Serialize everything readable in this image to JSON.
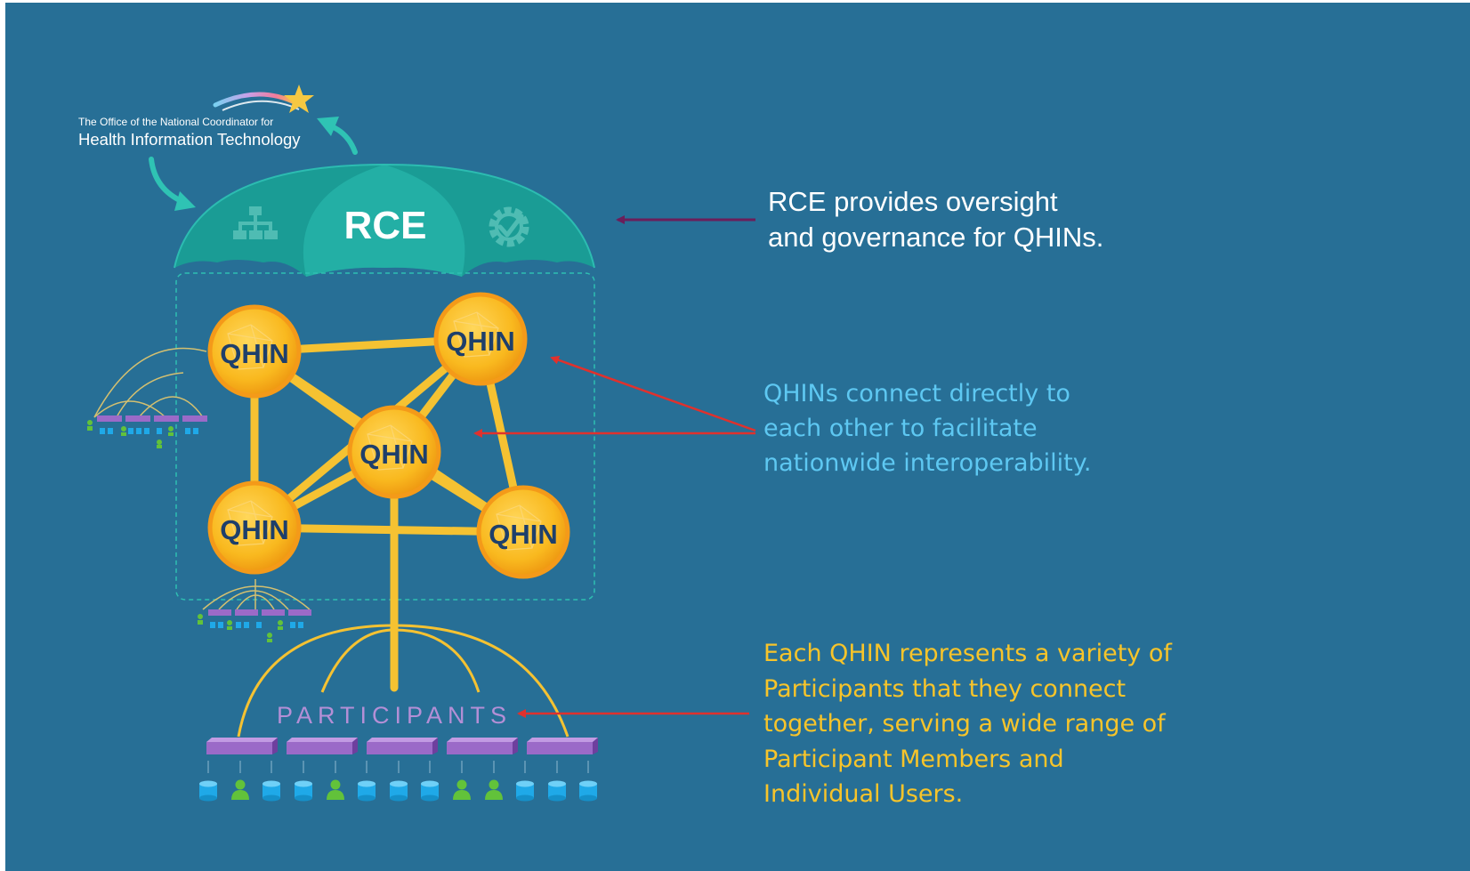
{
  "onc_logo": {
    "line1": "The Office of the National Coordinator for",
    "line2": "Health Information Technology"
  },
  "umbrella": {
    "label": "RCE",
    "icons": [
      "org-chart-icon",
      "gear-check-icon"
    ]
  },
  "qhin_nodes": [
    "QHIN",
    "QHIN",
    "QHIN",
    "QHIN",
    "QHIN"
  ],
  "participants_label": "PARTICIPANTS",
  "captions": {
    "rce": "RCE provides oversight\nand governance for QHINs.",
    "qhin": "QHINs connect directly to\neach other to facilitate\nnationwide interoperability.",
    "participants": "Each QHIN represents a variety of\nParticipants that they connect\ntogether, serving a wide range of\nParticipant Members and\nIndividual Users."
  },
  "colors": {
    "background": "#276f96",
    "umbrella": "#1a9c95",
    "qhin_node": "#f9b91f",
    "link": "#f5c232",
    "participant_bar": "#9b6ac8",
    "database_icon": "#1fa9e8",
    "person_icon": "#62c23a",
    "arrow_rce": "#6b1e5a",
    "arrow_other": "#e0312d",
    "caption_rce": "#ffffff",
    "caption_qhin": "#5ec8f2",
    "caption_participants": "#f7c42a"
  },
  "bottom_user_icons": [
    "database-icon",
    "person-icon",
    "database-icon",
    "database-icon",
    "person-icon",
    "database-icon",
    "database-icon",
    "database-icon",
    "person-icon",
    "person-icon",
    "database-icon",
    "database-icon",
    "database-icon"
  ]
}
